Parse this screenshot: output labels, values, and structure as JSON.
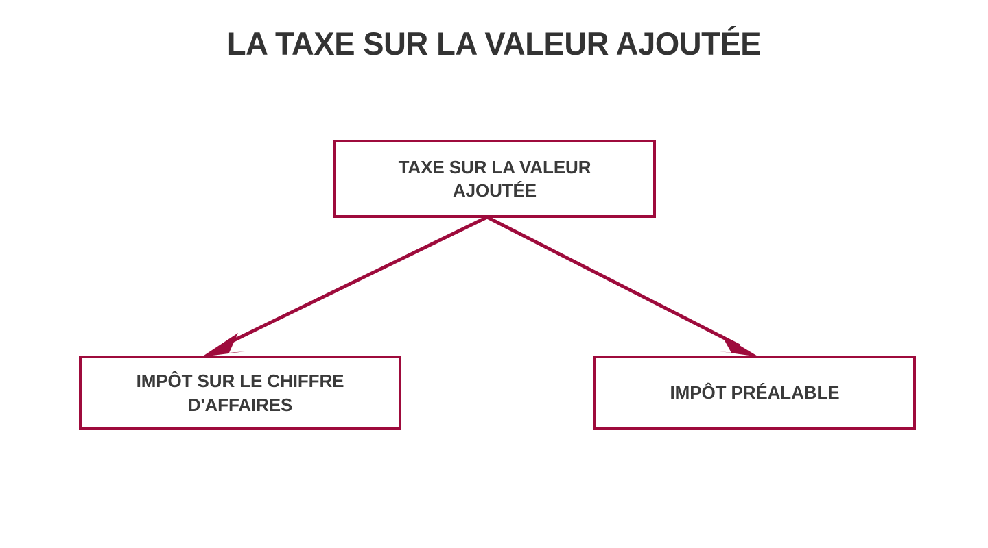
{
  "slide": {
    "title": "LA TAXE SUR LA VALEUR AJOUTÉE",
    "background_color": "#ffffff",
    "title_color": "#333333",
    "accent_color": "#9e0b3c",
    "node_text_color": "#3a3a3a"
  },
  "diagram": {
    "type": "tree",
    "root": {
      "id": "tva",
      "label": "TAXE SUR LA VALEUR AJOUTÉE",
      "line1": "TAXE SUR LA VALEUR",
      "line2": "AJOUTÉE"
    },
    "children": [
      {
        "id": "impot-chiffre-affaires",
        "label": "IMPÔT SUR LE CHIFFRE D'AFFAIRES",
        "line1": "IMPÔT SUR LE CHIFFRE",
        "line2": "D'AFFAIRES"
      },
      {
        "id": "impot-prealable",
        "label": "IMPÔT PRÉALABLE",
        "line1": "IMPÔT PRÉALABLE",
        "line2": ""
      }
    ],
    "connectors": [
      {
        "id": "root-to-left",
        "from": "tva",
        "to": "impot-chiffre-affaires",
        "arrowhead": "solid-triangle"
      },
      {
        "id": "root-to-right",
        "from": "tva",
        "to": "impot-prealable",
        "arrowhead": "solid-triangle"
      }
    ]
  }
}
